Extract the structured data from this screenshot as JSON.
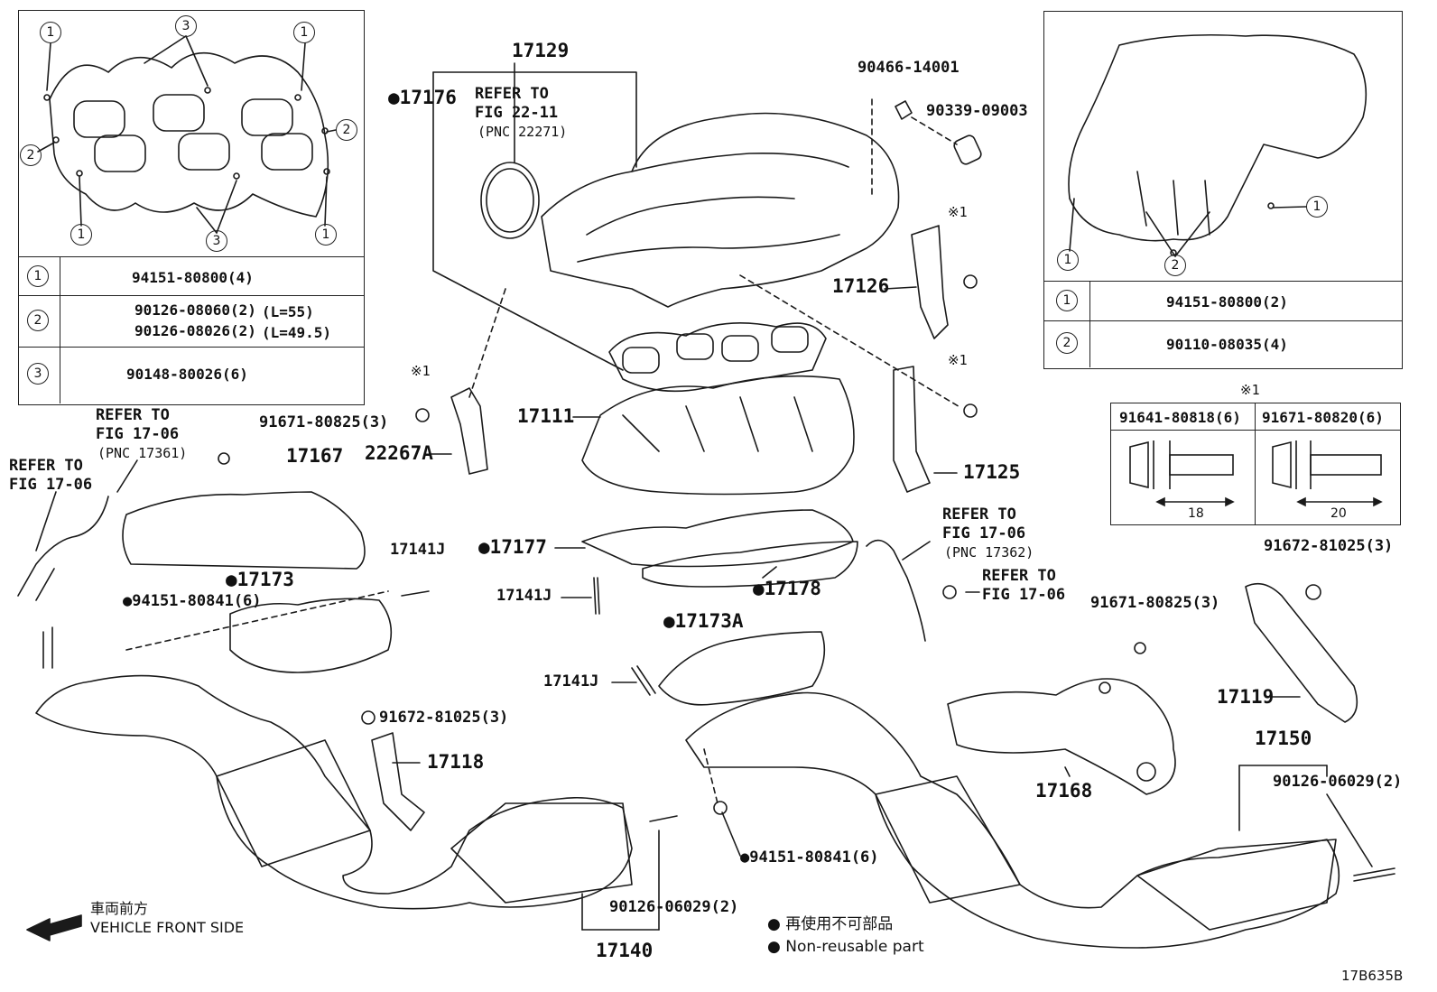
{
  "upper_left_table": {
    "rows": [
      {
        "key": "1",
        "part": "94151-80800(4)"
      },
      {
        "key": "2",
        "part": "90126-08060(2)",
        "note": "(L=55)",
        "part2": "90126-08026(2)",
        "note2": "(L=49.5)"
      },
      {
        "key": "3",
        "part": "90148-80026(6)"
      }
    ]
  },
  "upper_right_table": {
    "rows": [
      {
        "key": "1",
        "part": "94151-80800(2)"
      },
      {
        "key": "2",
        "part": "90110-08035(4)"
      }
    ]
  },
  "bolt_table": {
    "mark": "※1",
    "cols": [
      {
        "part": "91641-80818(6)",
        "length": "18"
      },
      {
        "part": "91671-80820(6)",
        "length": "20"
      }
    ]
  },
  "labels": {
    "p17129": "17129",
    "p17176": "●17176",
    "refer1_a": "REFER TO",
    "refer1_b": "FIG 22-11",
    "refer1_c": "(PNC 22271)",
    "p90466": "90466-14001",
    "p90339": "90339-09003",
    "mark1a": "※1",
    "mark1b": "※1",
    "mark1c": "※1",
    "p17126": "17126",
    "p17111": "17111",
    "p22267A": "22267A",
    "p17125": "17125",
    "refer2_a": "REFER TO",
    "refer2_b": "FIG 17-06",
    "refer2_c": "(PNC 17361)",
    "p91671a": "91671-80825(3)",
    "p17167": "17167",
    "refer3_a": "REFER TO",
    "refer3_b": "FIG 17-06",
    "p17141J_a": "17141J",
    "p17173": "●17173",
    "p94151a": "●94151-80841(6)",
    "p17177": "●17177",
    "p17141J_b": "17141J",
    "p17178": "●17178",
    "refer4_a": "REFER TO",
    "refer4_b": "FIG 17-06",
    "refer4_c": "(PNC 17362)",
    "refer5_a": "REFER TO",
    "refer5_b": "FIG 17-06",
    "p17173A": "●17173A",
    "p17141J_c": "17141J",
    "p91672a": "91672-81025(3)",
    "p17118": "17118",
    "p91671b": "91671-80825(3)",
    "p91672b": "91672-81025(3)",
    "p17119": "17119",
    "p17168": "17168",
    "p17150": "17150",
    "p90126a": "90126-06029(2)",
    "p94151b": "●94151-80841(6)",
    "p90126b": "90126-06029(2)",
    "p17140": "17140"
  },
  "legend": {
    "direction_jp": "車両前方",
    "direction_en": "VEHICLE FRONT SIDE",
    "nonreuse_jp": "● 再使用不可部品",
    "nonreuse_en": "● Non-reusable part",
    "code": "17B635B"
  }
}
